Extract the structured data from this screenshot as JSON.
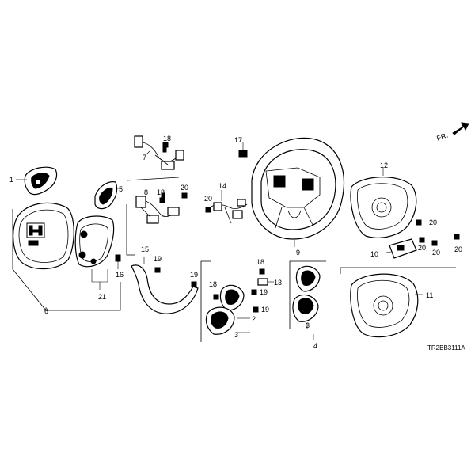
{
  "diagram": {
    "code": "TR2BB3111A",
    "orientation": "FR.",
    "callouts": [
      "1",
      "2",
      "3",
      "3",
      "4",
      "5",
      "6",
      "7",
      "8",
      "9",
      "10",
      "11",
      "12",
      "13",
      "14",
      "15",
      "16",
      "17",
      "18",
      "18",
      "18",
      "18",
      "19",
      "19",
      "19",
      "19",
      "20",
      "20",
      "20",
      "20",
      "20",
      "20",
      "21"
    ]
  }
}
